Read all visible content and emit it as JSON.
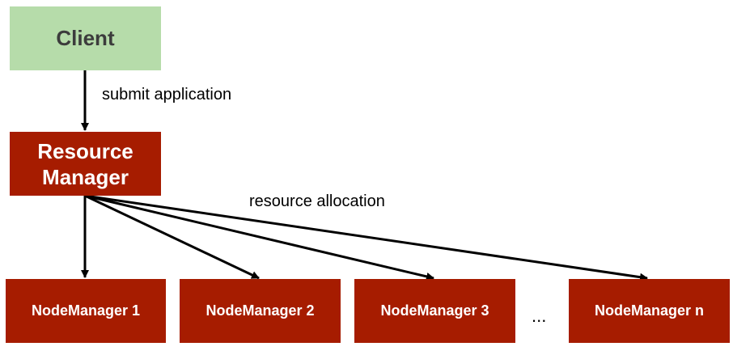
{
  "client": {
    "label": "Client"
  },
  "resource_manager": {
    "label": "Resource Manager"
  },
  "edges": {
    "submit": "submit application",
    "allocation": "resource allocation"
  },
  "node_managers": [
    {
      "label": "NodeManager 1"
    },
    {
      "label": "NodeManager 2"
    },
    {
      "label": "NodeManager 3"
    },
    {
      "label": "NodeManager n"
    }
  ],
  "ellipsis": "...",
  "colors": {
    "client_fill": "#b6dcaa",
    "manager_fill": "#a61c00",
    "arrow": "#000000"
  }
}
